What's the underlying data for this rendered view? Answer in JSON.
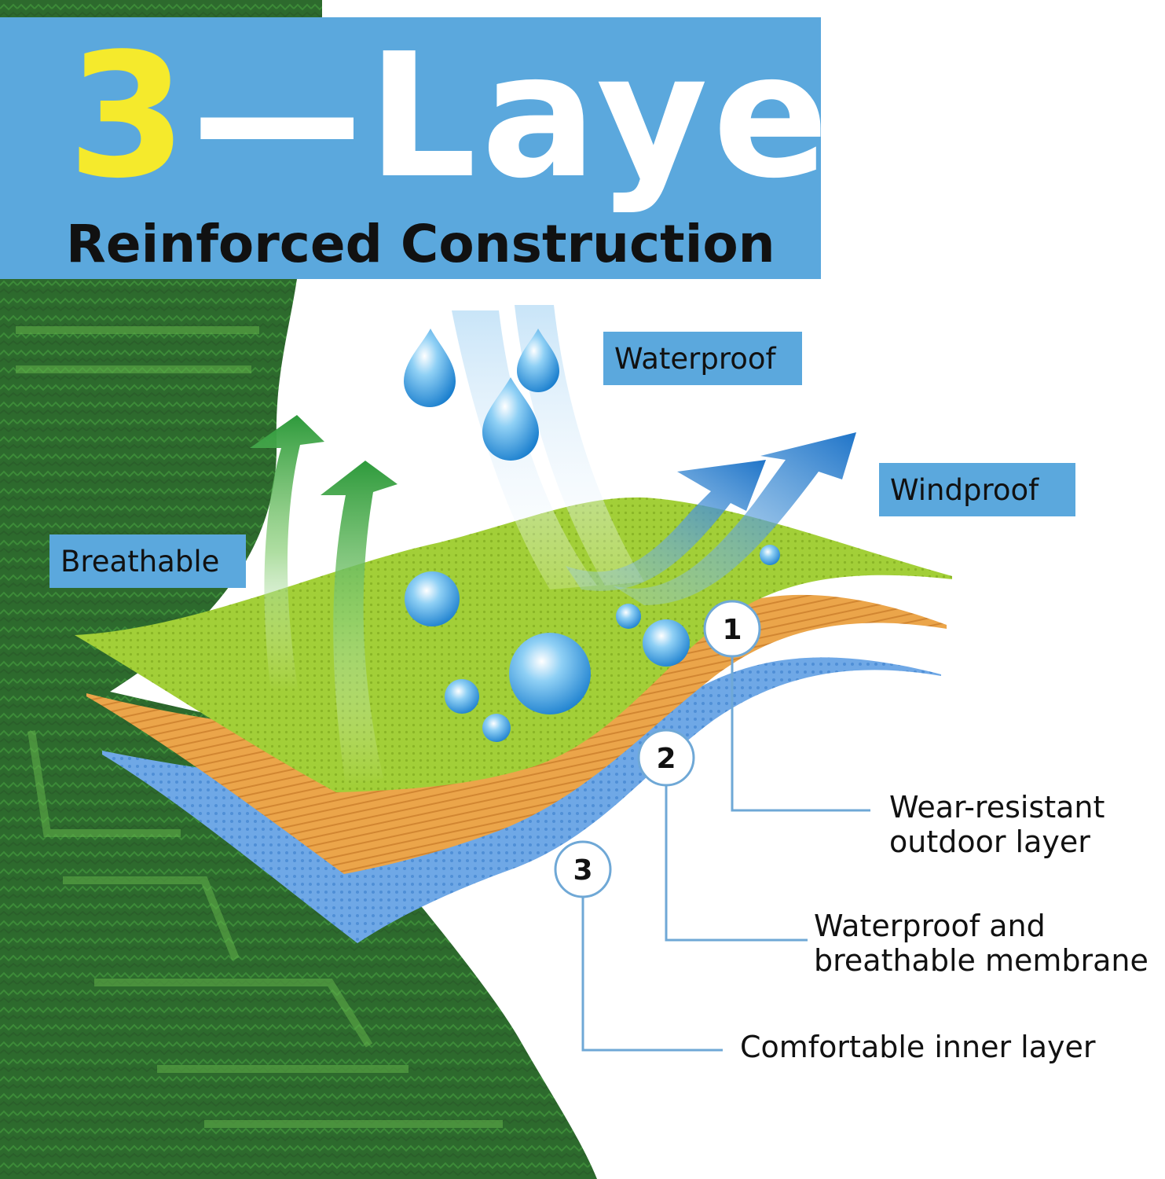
{
  "header": {
    "number": "3",
    "dash": "—",
    "word": "Layer",
    "subtitle": "Reinforced Construction"
  },
  "badges": {
    "waterproof": "Waterproof",
    "windproof": "Windproof",
    "breathable": "Breathable"
  },
  "layers": [
    {
      "number": "1",
      "line1": "Wear-resistant",
      "line2": "outdoor layer",
      "color": "#9ecc32"
    },
    {
      "number": "2",
      "line1": "Waterproof and",
      "line2": "breathable membrane",
      "color": "#e9a149"
    },
    {
      "number": "3",
      "line1": "Comfortable inner layer",
      "line2": "",
      "color": "#5b9be0"
    }
  ],
  "colors": {
    "banner": "#5ba8dd",
    "accent_number": "#f5ea2c",
    "sock_green": "#2f6b2f",
    "sock_pattern": "#62b24a"
  }
}
